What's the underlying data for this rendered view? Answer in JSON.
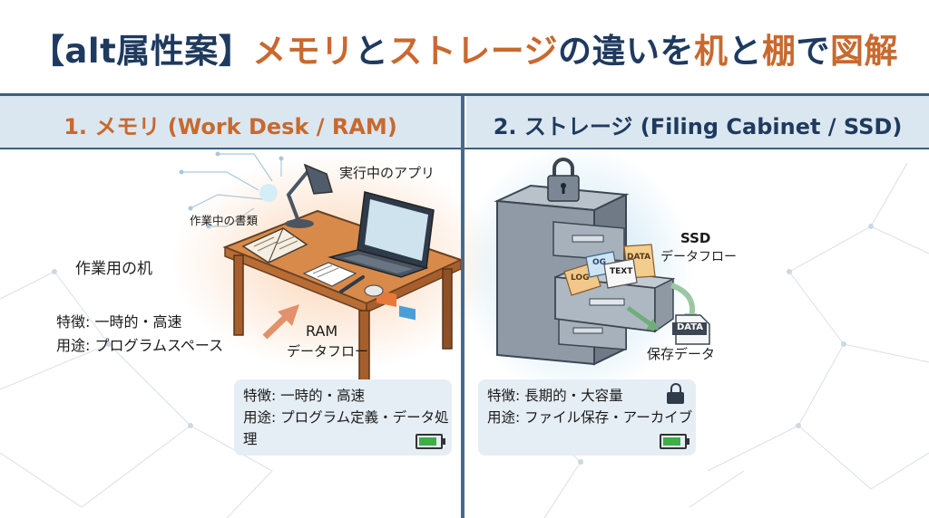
{
  "title": {
    "part1": "【alt属性案】",
    "part2": "メモリ",
    "part3": "と",
    "part4": "ストレージ",
    "part5": "の違いを",
    "part6": "机",
    "part7": "と",
    "part8": "棚",
    "part9": "で",
    "part10": "図解"
  },
  "memory": {
    "heading": "1. メモリ (Work Desk / RAM)",
    "desk_label": "作業用の机",
    "docs_label": "作業中の書類",
    "apps_label": "実行中のアプリ",
    "flow_line1": "RAM",
    "flow_line2": "データフロー",
    "left_feature": "特徴: 一時的・高速",
    "left_usage": "用途: プログラムスペース",
    "box_feature": "特徴: 一時的・高速",
    "box_usage": "用途: プログラム定義・データ処理"
  },
  "storage": {
    "heading": "2. ストレージ (Filing Cabinet / SSD)",
    "flow_line1": "SSD",
    "flow_line2": "データフロー",
    "save_label": "保存データ",
    "file_data": "DATA",
    "file_log": "LOG",
    "file_og": "OG",
    "file_text": "TEXT",
    "file_data2": "DATA",
    "box_feature": "特徴: 長期的・大容量",
    "box_usage": "用途: ファイル保存・アーカイブ"
  },
  "colors": {
    "navy": "#1f3a5f",
    "orange": "#c8692f",
    "band": "#dbe7f0",
    "battery": "#3fae49"
  }
}
